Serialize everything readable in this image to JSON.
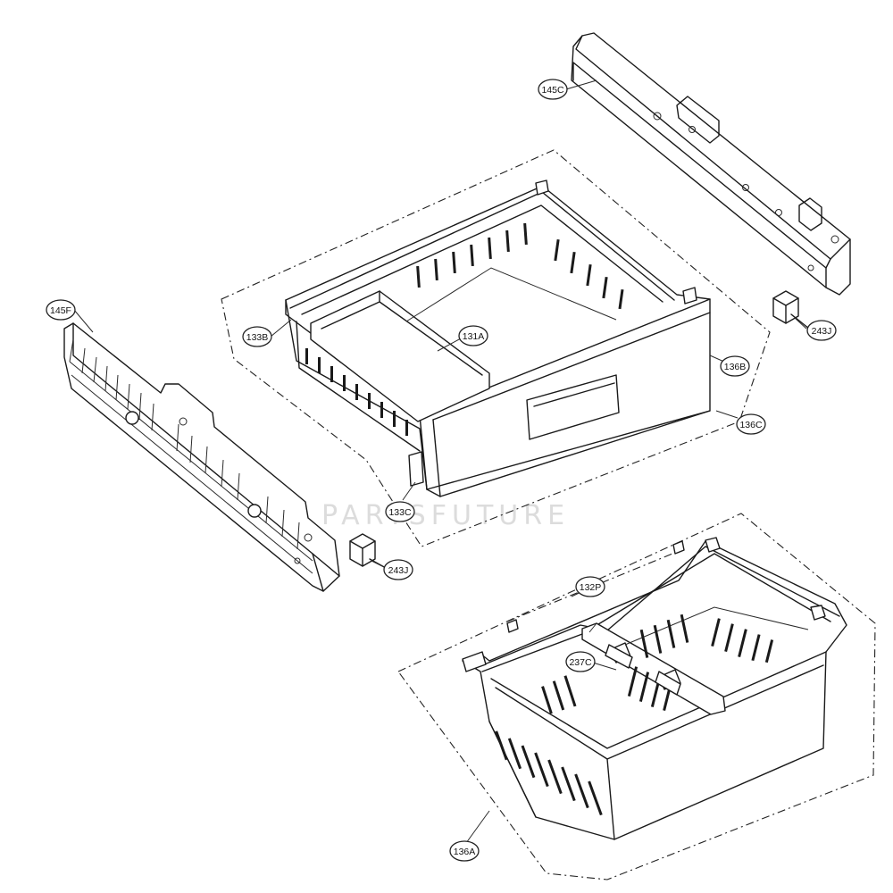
{
  "diagram": {
    "watermark": "PARTSFUTURE",
    "callouts": [
      {
        "id": "c-145C",
        "label": "145C"
      },
      {
        "id": "c-145F",
        "label": "145F"
      },
      {
        "id": "c-133B",
        "label": "133B"
      },
      {
        "id": "c-131A",
        "label": "131A"
      },
      {
        "id": "c-136B",
        "label": "136B"
      },
      {
        "id": "c-136C",
        "label": "136C"
      },
      {
        "id": "c-133C",
        "label": "133C"
      },
      {
        "id": "c-243J-right",
        "label": "243J"
      },
      {
        "id": "c-243J-left",
        "label": "243J"
      },
      {
        "id": "c-132P",
        "label": "132P"
      },
      {
        "id": "c-237C",
        "label": "237C"
      },
      {
        "id": "c-136A",
        "label": "136A"
      }
    ]
  }
}
